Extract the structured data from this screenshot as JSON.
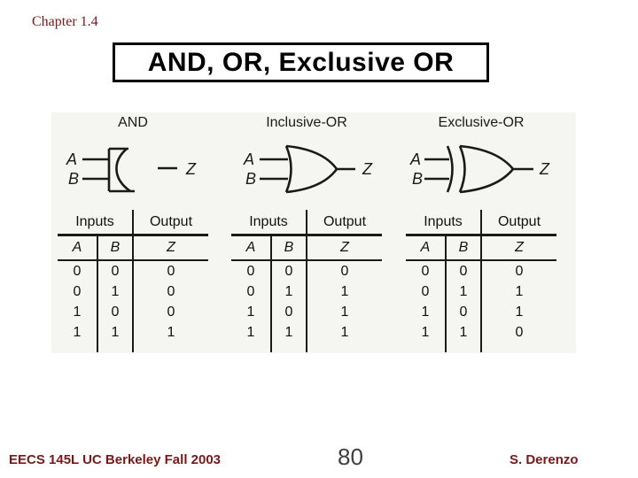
{
  "slide": {
    "chapter_label": "Chapter 1.4",
    "title": "AND, OR, Exclusive OR",
    "footer": {
      "course": "EECS 145L UC Berkeley Fall 2003",
      "page_number": "80",
      "author": "S. Derenzo"
    },
    "colors": {
      "accent_text": "#7d1715",
      "page_number_color": "#3f3f3f",
      "ink": "#1a1a1a",
      "figure_background": "#f5f5f1",
      "title_border": "#000000"
    }
  },
  "gates": [
    {
      "label": "AND",
      "input_a": "A",
      "input_b": "B",
      "output": "Z",
      "table": {
        "inputs_header": "Inputs",
        "output_header": "Output",
        "columns": [
          "A",
          "B",
          "Z"
        ],
        "rows": [
          [
            "0",
            "0",
            "0"
          ],
          [
            "0",
            "1",
            "0"
          ],
          [
            "1",
            "0",
            "0"
          ],
          [
            "1",
            "1",
            "1"
          ]
        ]
      }
    },
    {
      "label": "Inclusive-OR",
      "input_a": "A",
      "input_b": "B",
      "output": "Z",
      "table": {
        "inputs_header": "Inputs",
        "output_header": "Output",
        "columns": [
          "A",
          "B",
          "Z"
        ],
        "rows": [
          [
            "0",
            "0",
            "0"
          ],
          [
            "0",
            "1",
            "1"
          ],
          [
            "1",
            "0",
            "1"
          ],
          [
            "1",
            "1",
            "1"
          ]
        ]
      }
    },
    {
      "label": "Exclusive-OR",
      "input_a": "A",
      "input_b": "B",
      "output": "Z",
      "table": {
        "inputs_header": "Inputs",
        "output_header": "Output",
        "columns": [
          "A",
          "B",
          "Z"
        ],
        "rows": [
          [
            "0",
            "0",
            "0"
          ],
          [
            "0",
            "1",
            "1"
          ],
          [
            "1",
            "0",
            "1"
          ],
          [
            "1",
            "1",
            "0"
          ]
        ]
      }
    }
  ]
}
